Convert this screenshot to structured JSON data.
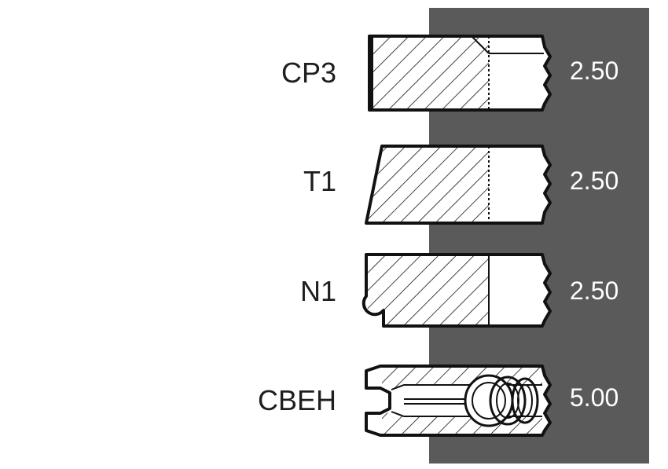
{
  "colors": {
    "panel": "#5a5a5a",
    "ink": "#111111",
    "background": "#ffffff",
    "dimension_text": "#ffffff"
  },
  "rings": [
    {
      "label": "CP3",
      "dimension": "2.50"
    },
    {
      "label": "T1",
      "dimension": "2.50"
    },
    {
      "label": "N1",
      "dimension": "2.50"
    },
    {
      "label": "CBEH",
      "dimension": "5.00"
    }
  ]
}
